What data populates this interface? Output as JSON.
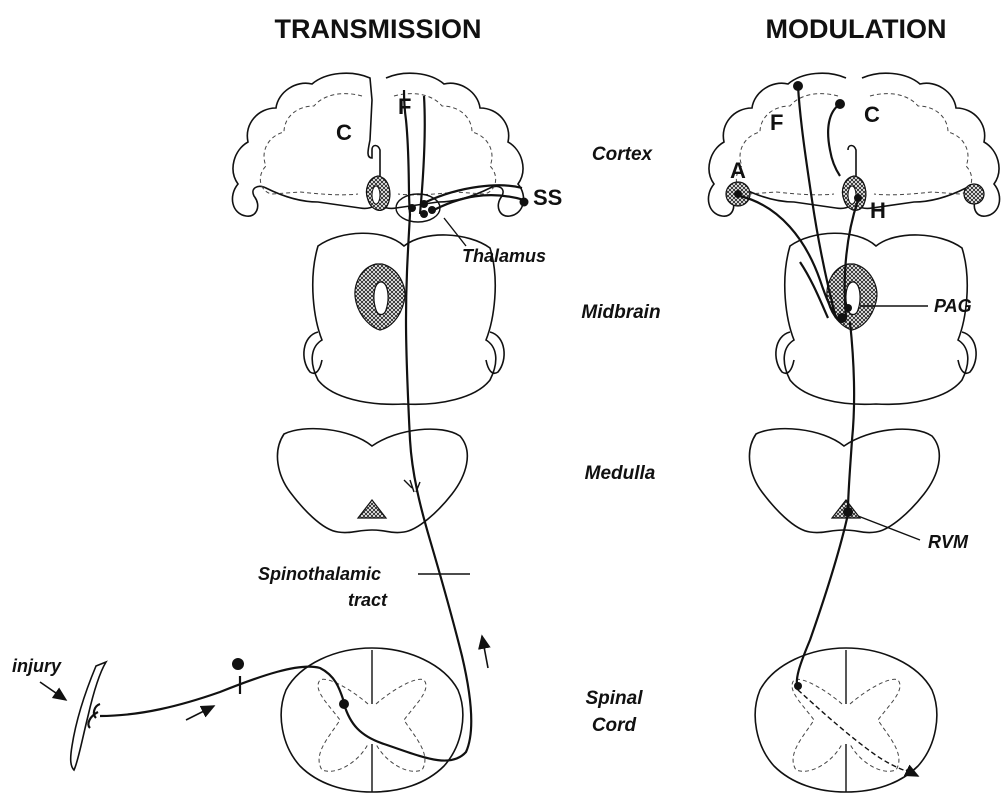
{
  "headings": {
    "left": "TRANSMISSION",
    "right": "MODULATION"
  },
  "levels": {
    "cortex": "Cortex",
    "midbrain": "Midbrain",
    "medulla": "Medulla",
    "spinal_line1": "Spinal",
    "spinal_line2": "Cord"
  },
  "transmission_labels": {
    "c": "C",
    "f": "F",
    "ss": "SS",
    "thalamus": "Thalamus",
    "tract_line1": "Spinothalamic",
    "tract_line2": "tract",
    "injury": "injury"
  },
  "modulation_labels": {
    "f": "F",
    "c": "C",
    "a": "A",
    "h": "H",
    "pag": "PAG",
    "rvm": "RVM"
  }
}
